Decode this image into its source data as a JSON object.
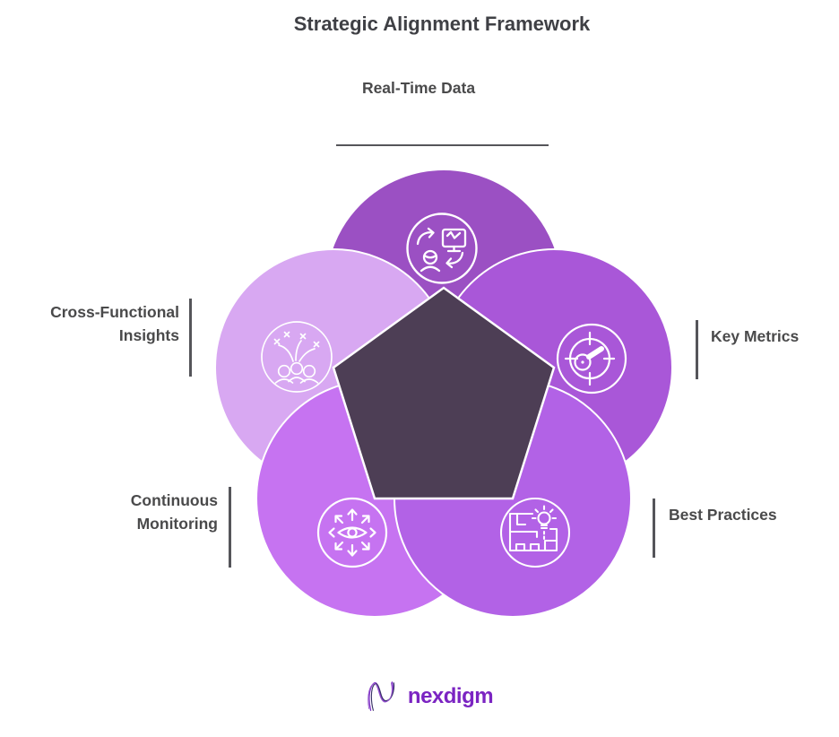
{
  "title": "Strategic Alignment Framework",
  "diagram": {
    "type": "five-petal venn / pentagon framework",
    "pentagon_color": "#4d3e55",
    "outline_color": "#ffffff",
    "label_text_color": "#4a4a4b",
    "connector_color": "#55555a",
    "nodes": [
      {
        "label": "Real-Time Data",
        "position": "top",
        "color": "#9b50c3",
        "icon": "data-sync-presentation-icon"
      },
      {
        "label": "Key Metrics",
        "position": "right",
        "color": "#a957d8",
        "icon": "gauge-target-icon"
      },
      {
        "label": "Best Practices",
        "position": "bottom-right",
        "color": "#b262e6",
        "icon": "maze-lightbulb-icon"
      },
      {
        "label": "Continuous Monitoring",
        "position": "bottom-left",
        "color": "#c673f1",
        "icon": "eye-expand-arrows-icon"
      },
      {
        "label": "Cross-Functional Insights",
        "position": "left",
        "color": "#d8a8f2",
        "icon": "team-sparks-icon"
      }
    ]
  },
  "brand": {
    "name": "nexdigm",
    "wordmark_color": "#7b24c2",
    "mark_colors": [
      "#7b2fc4",
      "#3a3468",
      "#9a5ad0"
    ]
  }
}
